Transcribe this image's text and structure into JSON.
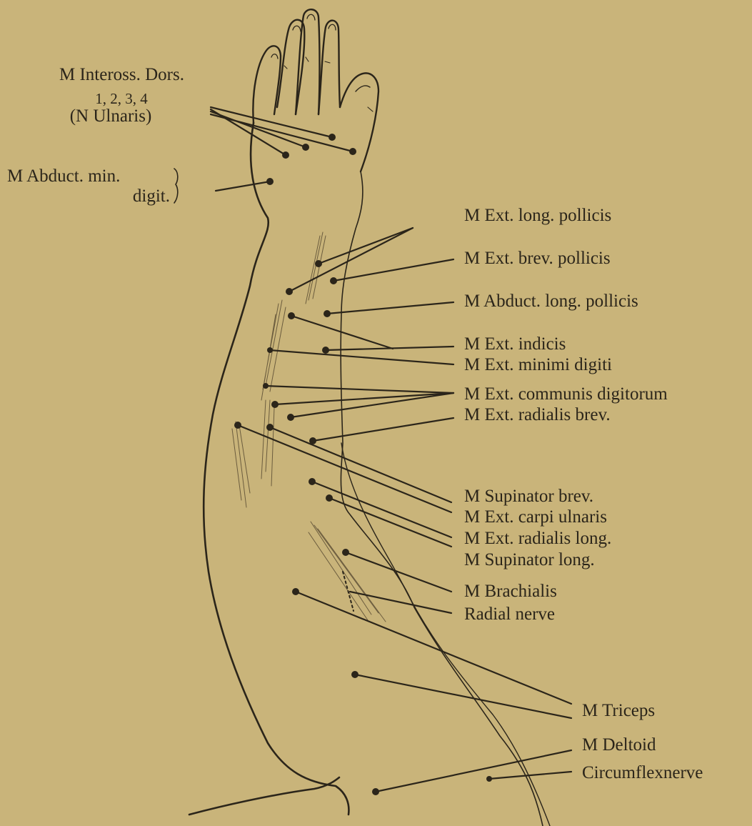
{
  "diagram": {
    "colors": {
      "background": "#c9b47a",
      "ink": "#2b251a"
    },
    "labels": {
      "inteross_line1": "M Inteross. Dors.",
      "inteross_line2": "1, 2, 3, 4",
      "inteross_line3": "(N Ulnaris)",
      "abduct_min_line1": "M Abduct. min.",
      "abduct_min_line2": "digit.",
      "ext_long_pollicis": "M Ext. long. pollicis",
      "ext_brev_pollicis": "M Ext. brev. pollicis",
      "abduct_long_pollicis": "M Abduct. long. pollicis",
      "ext_indicis": "M Ext. indicis",
      "ext_minimi_digiti": "M Ext. minimi digiti",
      "ext_communis_digitorum": "M Ext. communis digitorum",
      "ext_radialis_brev": "M Ext. radialis brev.",
      "supinator_brev": "M Supinator brev.",
      "ext_carpi_ulnaris": "M Ext. carpi ulnaris",
      "ext_radialis_long": "M Ext. radialis long.",
      "supinator_long": "M Supinator long.",
      "brachialis": "M Brachialis",
      "radial_nerve": "Radial nerve",
      "triceps": "M Triceps",
      "deltoid": "M Deltoid",
      "circumflex_nerve": "Circumflexnerve"
    }
  }
}
